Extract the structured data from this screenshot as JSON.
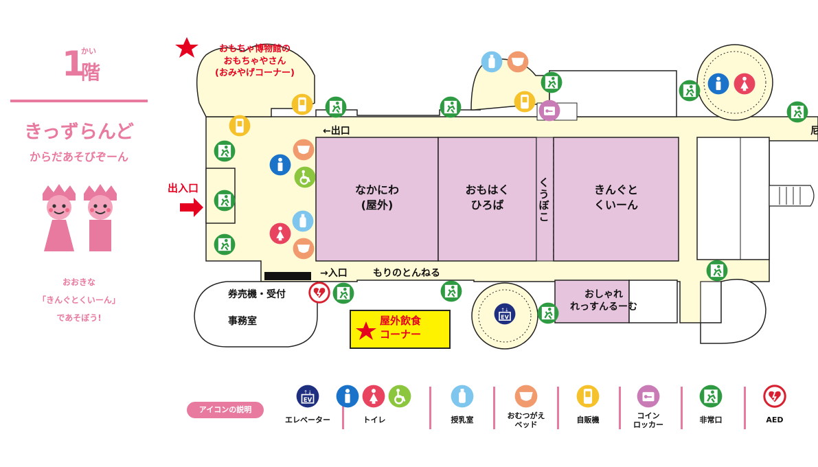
{
  "header": {
    "floor_number": "1",
    "floor_ruby": "かい",
    "floor_kanji": "階",
    "area_title": "きっずらんど",
    "area_subtitle": "からだあそびぞーん",
    "message_lines": [
      "おおきな",
      "「きんぐとくいーん」",
      "であそぼう!"
    ]
  },
  "map": {
    "museum_shop_lines": [
      "おもちゃ博物館の",
      "おもちゃやさん",
      "(おみやげコーナー)"
    ],
    "exit_label": "←出口",
    "entrance_exit_label": "出入口",
    "entrance_label": "→入口",
    "tunnel_label": "もりのとんねる",
    "ticket_label": "券売機・受付",
    "office_label": "事務室",
    "outdoor_food_lines": [
      "屋外飲食",
      "コーナー"
    ],
    "rooms": [
      {
        "lines": [
          "なかにわ",
          "(屋外)"
        ]
      },
      {
        "lines": [
          "おもはく",
          "ひろば"
        ]
      },
      {
        "lines": [
          "くうぼこ"
        ]
      },
      {
        "lines": [
          "きんぐと",
          "くいーん"
        ]
      },
      {
        "lines": [
          "おしゃれ",
          "れっすんるーむ"
        ]
      }
    ],
    "partial_label": "尼"
  },
  "legend": {
    "title": "アイコンの説明",
    "items": [
      {
        "icon": "elevator-icon",
        "label": "エレベーター"
      },
      {
        "icon": "toilet-icon",
        "label": "トイレ"
      },
      {
        "icon": "nursing-room-icon",
        "label": "授乳室"
      },
      {
        "icon": "diaper-bed-icon",
        "label": "おむつがえ\nベッド"
      },
      {
        "icon": "vending-machine-icon",
        "label": "自販機"
      },
      {
        "icon": "coin-locker-icon",
        "label": "コイン\nロッカー"
      },
      {
        "icon": "emergency-exit-icon",
        "label": "非常口"
      },
      {
        "icon": "aed-icon",
        "label": "AED"
      }
    ],
    "ev_text": "EV"
  },
  "colors": {
    "accent_pink": "#e8799f",
    "corridor": "#fffbd6",
    "room_purple": "#e6c4dd",
    "exit_green": "#2e9a41",
    "toilet_blue": "#1a73c9",
    "toilet_pink": "#e8435f",
    "bottle_blue": "#7fc6ee",
    "diaper_orange": "#f19a6e",
    "vending_yellow": "#f5c22b",
    "locker_purple": "#c97bb6",
    "elevator_navy": "#1f2f80",
    "aed_red": "#d72030",
    "wheelchair_green": "#8cc63f",
    "star_red": "#e60020",
    "food_yellow": "#fff200"
  }
}
